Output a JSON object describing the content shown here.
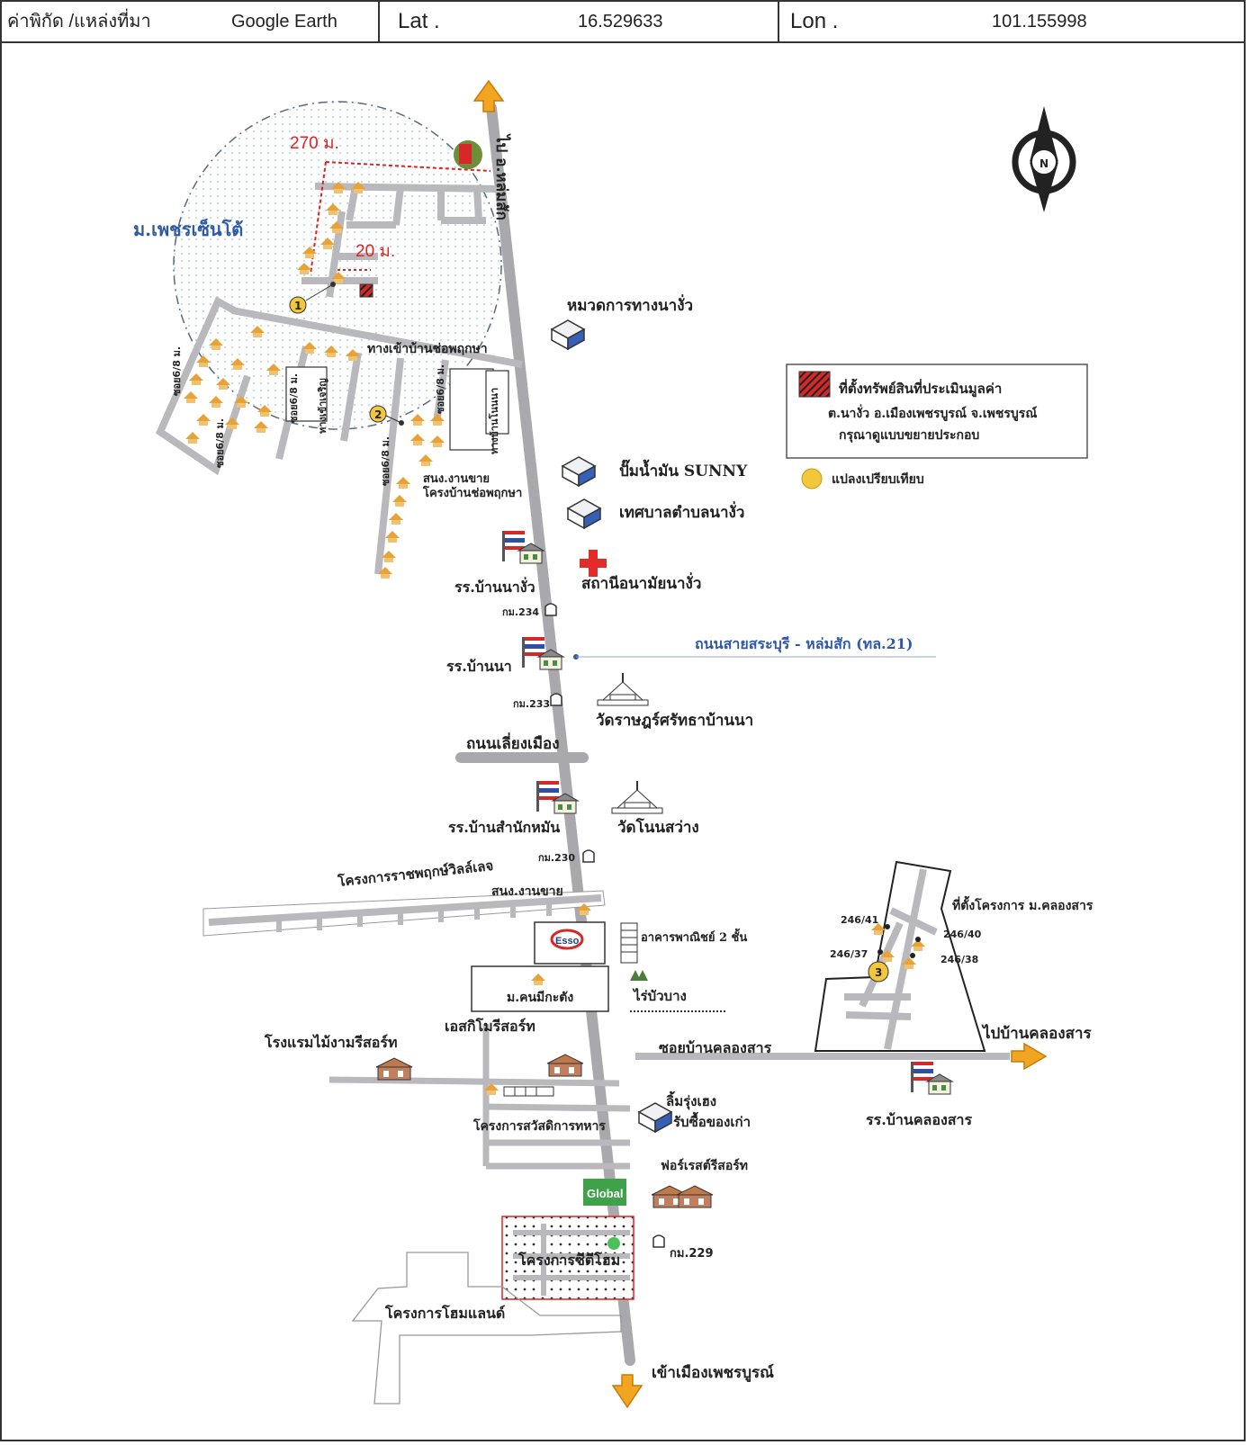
{
  "header": {
    "coord_label": "ค่าพิกัด /แหล่งที่มา",
    "source": "Google Earth",
    "lat_label": "Lat .",
    "lat_value": "16.529633",
    "lon_label": "Lon .",
    "lon_value": "101.155998"
  },
  "map": {
    "compass_letter": "N",
    "road_north": "ไป อ.หล่มสัก",
    "road_south": "เข้าเมืองเพชรบูรณ์",
    "road_east": "ไปบ้านคลองสาร",
    "main_road": "ถนนสายสระบุรี - หล่มสัก (ทล.21)",
    "village_west": "ม.เพชรเซ็นโต้",
    "dist_270": "270 ม.",
    "dist_20": "20 ม.",
    "legend_subject_line1": "ที่ตั้งทรัพย์สินที่ประเมินมูลค่า",
    "legend_subject_line2": "ต.นางั่ว อ.เมืองเพชรบูรณ์ จ.เพชรบูรณ์",
    "legend_subject_line3": "กรุณาดูแบบขยายประกอบ",
    "legend_compare": "แปลงเปรียบเทียบ",
    "marker_1": "1",
    "marker_2": "2",
    "marker_3": "3",
    "soi_name": "ทางเข้าบ้านช่อพฤกษา",
    "labels": {
      "highway_unit": "หมวดการทางนางั่ว",
      "gas_station": "ปั๊มน้ำมัน SUNNY",
      "municipality": "เทศบาลตำบลนางั่ว",
      "health_station": "สถานีอนามัยนางั่ว",
      "sales_office_1_line1": "สนง.งานขาย",
      "sales_office_1_line2": "โครงบ้านช่อพฤกษา",
      "school_nangua": "รร.บ้านนางั่ว",
      "km234": "กม.234",
      "school_banna": "รร.บ้านนา",
      "km233": "กม.233",
      "temple_1": "วัดราษฎร์ศรัทธาบ้านนา",
      "ring_road": "ถนนเลี่ยงเมือง",
      "school_samnak": "รร.บ้านสำนักหมัน",
      "temple_2": "วัดโนนสว่าง",
      "km230": "กม.230",
      "project_ratch": "โครงการราชพฤกษ์วิลล์เลจ",
      "sales_office_2": "สนง.งานขาย",
      "commercial": "อาคารพาณิชย์ 2 ชั้น",
      "esso": "Esso",
      "village_khanomkatang": "ม.คนมีกะตัง",
      "rai_buabang": "ไร่บัวบาง",
      "soi_khlongsan": "ซอยบ้านคลองสาร",
      "hotel": "โรงแรมไม้งามรีสอร์ท",
      "esaki": "เอสกิโมรีสอร์ท",
      "limrung_line1": "ลิ้มรุ่งเฮง",
      "limrung_line2": "รับซื้อของเก่า",
      "project_welfare": "โครงการสวัสดิการทหาร",
      "forest_resort": "ฟอร์เรสต์รีสอร์ท",
      "global": "Global",
      "km229": "กม.229",
      "project_sweethome": "โครงการซีตีโฮม",
      "project_homeland": "โครงการโฮมแลนด์",
      "school_khlongsan": "รร.บ้านคลองสาร",
      "project_khlongsan": "ที่ตั้งโครงการ ม.คลองสาร",
      "plot_24641": "246/41",
      "plot_24640": "246/40",
      "plot_24637": "246/37",
      "plot_24638": "246/38",
      "soi_a": "ทางเข้าเจริญ",
      "soi_b": "ซอย6/8 ม.",
      "soi_c": "ซอย6/8 ม.",
      "soi_d": "ซอย6/8 ม.",
      "soi_e": "ซอย6/8 ม.",
      "soi_f": "ซอย6/8 ม.",
      "soi_g": "ทางบ้านโนนนา"
    }
  },
  "colors": {
    "road": "#b9b9bd",
    "arrow": "#f2a521",
    "subject": "#d62828",
    "circle_fill": "#e6f2f7",
    "blue_text": "#2e5aa8",
    "compare_marker": "#f3c73c"
  }
}
